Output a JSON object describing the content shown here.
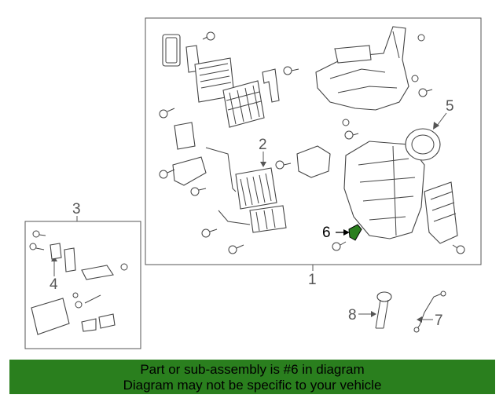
{
  "callouts": {
    "c1": "1",
    "c2": "2",
    "c3": "3",
    "c4": "4",
    "c5": "5",
    "c6": "6",
    "c7": "7",
    "c8": "8"
  },
  "highlight_color": "#2a7f1e",
  "banner": {
    "line1": "Part or sub-assembly is #6 in diagram",
    "line2": "Diagram may not be specific to your vehicle"
  }
}
